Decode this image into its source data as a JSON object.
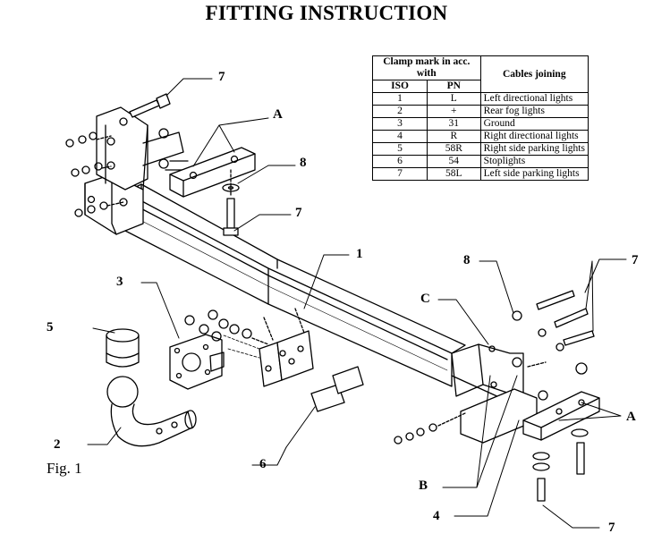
{
  "title": "FITTING INSTRUCTION",
  "figure_label": "Fig. 1",
  "table": {
    "header_clamp": "Clamp mark in acc. with",
    "header_cables": "Cables joining",
    "sub_iso": "ISO",
    "sub_pn": "PN",
    "rows": [
      {
        "iso": "1",
        "pn": "L",
        "cable": "Left directional lights"
      },
      {
        "iso": "2",
        "pn": "+",
        "cable": "Rear fog lights"
      },
      {
        "iso": "3",
        "pn": "31",
        "cable": "Ground"
      },
      {
        "iso": "4",
        "pn": "R",
        "cable": "Right directional lights"
      },
      {
        "iso": "5",
        "pn": "58R",
        "cable": "Right side parking lights"
      },
      {
        "iso": "6",
        "pn": "54",
        "cable": "Stoplights"
      },
      {
        "iso": "7",
        "pn": "58L",
        "cable": "Left side parking lights"
      }
    ]
  },
  "callouts": {
    "c1": "1",
    "c2": "2",
    "c3": "3",
    "c4": "4",
    "c5": "5",
    "c6": "6",
    "c7a": "7",
    "c7b": "7",
    "c7c": "7",
    "c7d": "7",
    "c8a": "8",
    "c8b": "8",
    "cA1": "A",
    "cA2": "A",
    "cB": "B",
    "cC": "C"
  }
}
